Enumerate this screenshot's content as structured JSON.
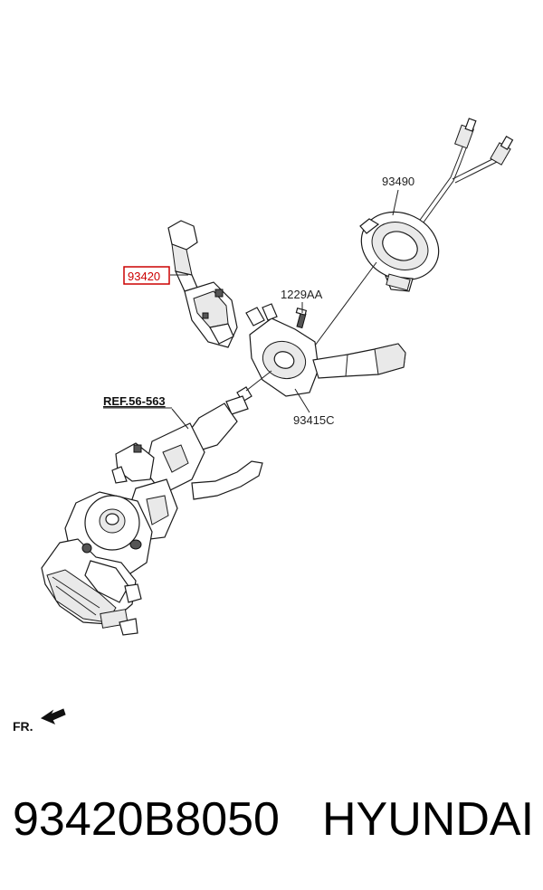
{
  "diagram": {
    "callouts": {
      "multifunction_switch": "93420",
      "clock_spring": "93490",
      "bolt": "1229AA",
      "combination_switch": "93415C"
    },
    "reference": "REF.56-563",
    "front_indicator": "FR."
  },
  "footer": {
    "part_number": "93420B8050",
    "brand": "HYUNDAI"
  },
  "colors": {
    "highlight": "#cc0000",
    "line": "#1a1a1a",
    "background": "#ffffff"
  }
}
